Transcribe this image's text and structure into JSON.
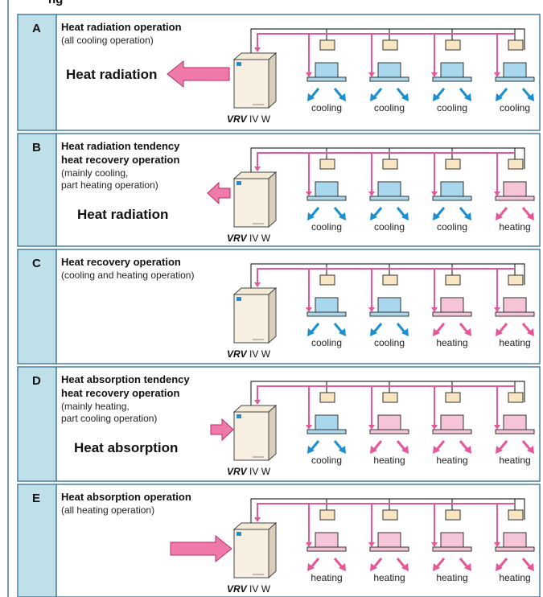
{
  "header": {
    "fragment": "ng"
  },
  "colors": {
    "tab": "#bfe0e8",
    "border": "#4a7fa0",
    "pink": "#e8569a",
    "pink_unit": "#f5c4d9",
    "blue_unit": "#a9d8ee",
    "blue_arrow": "#1b8fd0",
    "branch_box": "#f8e6c2",
    "arrow_fill": "#ef7aa9"
  },
  "outdoor_label": {
    "bold": "VRV",
    "rest": " IV W"
  },
  "modes": [
    {
      "letter": "A",
      "title": [
        "Heat radiation operation"
      ],
      "sub": [
        "(all cooling operation)"
      ],
      "big": "Heat radiation",
      "arrow": "out-large",
      "units": [
        "cooling",
        "cooling",
        "cooling",
        "cooling"
      ]
    },
    {
      "letter": "B",
      "title": [
        "Heat radiation tendency",
        "heat recovery operation"
      ],
      "sub": [
        "(mainly cooling,",
        "part heating operation)"
      ],
      "big": "Heat radiation",
      "arrow": "out-small",
      "units": [
        "cooling",
        "cooling",
        "cooling",
        "heating"
      ]
    },
    {
      "letter": "C",
      "title": [
        "Heat recovery operation"
      ],
      "sub": [
        "(cooling and heating operation)"
      ],
      "big": "",
      "arrow": "none",
      "units": [
        "cooling",
        "cooling",
        "heating",
        "heating"
      ]
    },
    {
      "letter": "D",
      "title": [
        "Heat absorption tendency",
        "heat recovery operation"
      ],
      "sub": [
        "(mainly heating,",
        "part cooling operation)"
      ],
      "big": "Heat absorption",
      "arrow": "in-small",
      "units": [
        "cooling",
        "heating",
        "heating",
        "heating"
      ]
    },
    {
      "letter": "E",
      "title": [
        "Heat absorption operation"
      ],
      "sub": [
        "(all heating operation)"
      ],
      "big": "",
      "arrow": "in-large",
      "units": [
        "heating",
        "heating",
        "heating",
        "heating"
      ]
    }
  ]
}
